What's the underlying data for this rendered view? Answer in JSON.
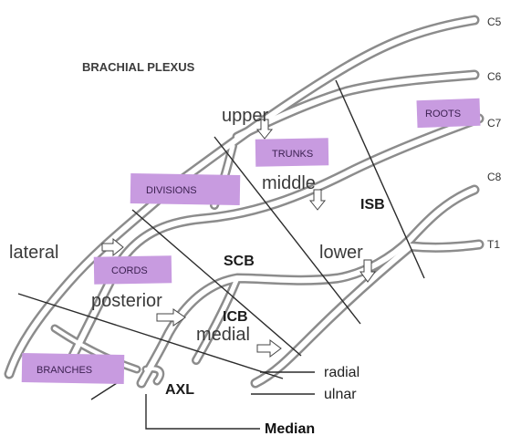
{
  "title": "BRACHIAL PLEXUS",
  "roots": [
    "C5",
    "C6",
    "C7",
    "C8",
    "T1"
  ],
  "tags": {
    "roots": "ROOTS",
    "trunks": "TRUNKS",
    "divisions": "DIVISIONS",
    "cords": "CORDS",
    "branches": "BRANCHES"
  },
  "trunk_labels": {
    "upper": "upper",
    "middle": "middle",
    "lower": "lower"
  },
  "cord_labels": {
    "lateral": "lateral",
    "posterior": "posterior",
    "medial": "medial"
  },
  "abbreviations": {
    "isb": "ISB",
    "scb": "SCB",
    "icb": "ICB",
    "axl": "AXL"
  },
  "branch_labels": {
    "radial": "radial",
    "ulnar": "ulnar",
    "median": "Median"
  }
}
